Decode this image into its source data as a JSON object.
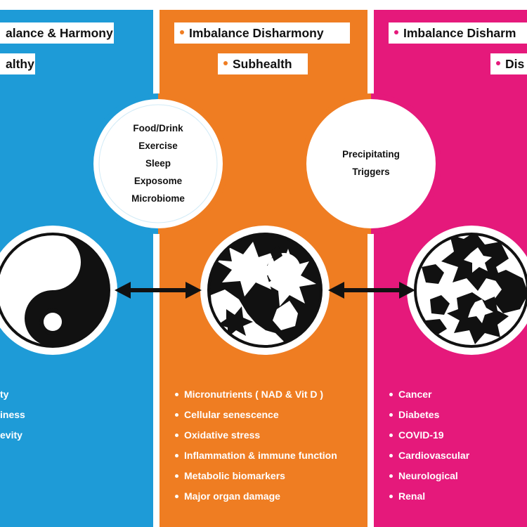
{
  "colors": {
    "blue": "#1e9bd7",
    "orange": "#ef7d22",
    "pink": "#e5197b",
    "white": "#ffffff",
    "black": "#111111"
  },
  "columns": {
    "healthy": {
      "title": "alance & Harmony",
      "subtitle": "althy",
      "items": [
        "ty",
        "iness",
        "evity"
      ]
    },
    "subhealth": {
      "title": "Imbalance Disharmony",
      "subtitle": "Subhealth",
      "items": [
        "Micronutrients ( NAD & Vit D )",
        "Cellular senescence",
        "Oxidative stress",
        "Inflammation & immune function",
        "Metabolic biomarkers",
        "Major organ damage"
      ]
    },
    "disease": {
      "title": "Imbalance Disharm",
      "subtitle": "Dis",
      "items": [
        "Cancer",
        "Diabetes",
        "COVID-19",
        "Cardiovascular",
        "Neurological",
        "Renal"
      ]
    }
  },
  "bubbles": {
    "lifestyle": [
      "Food/Drink",
      "Exercise",
      "Sleep",
      "Exposome",
      "Microbiome"
    ],
    "triggers": [
      "Precipitating",
      "Triggers"
    ]
  },
  "icons": [
    "yin-yang-icon",
    "damaged-yin-yang-icon",
    "shattered-circle-icon",
    "double-arrow-icon"
  ]
}
